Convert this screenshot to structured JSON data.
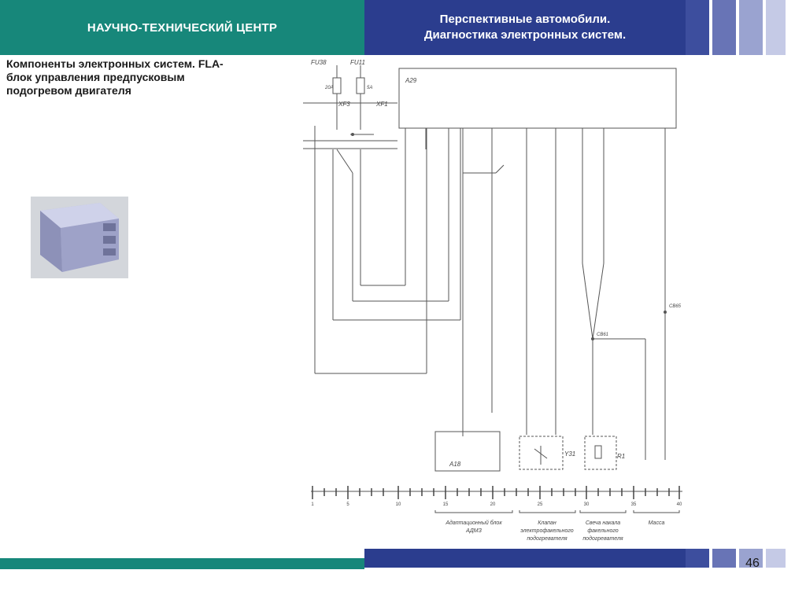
{
  "header": {
    "left_title": "НАУЧНО-ТЕХНИЧЕСКИЙ ЦЕНТР",
    "right_title_line1": "Перспективные автомобили.",
    "right_title_line2": "Диагностика электронных систем."
  },
  "description": {
    "line1": "Компоненты электронных систем. FLA-",
    "line2": "блок управления предпусковым",
    "line3": "подогревом двигателя"
  },
  "schematic": {
    "fuse1": "FU38",
    "fuse1_rating": "20A",
    "fuse2": "FU11",
    "fuse2_rating": "5A",
    "conn1": "XF3",
    "conn2": "XF1",
    "unit": "A29",
    "adapt": "A18",
    "valve": "Y31",
    "plug": "R1",
    "node1": "СВ61",
    "node2": "СВ65",
    "scale_ticks": [
      "1",
      "5",
      "10",
      "15",
      "20",
      "25",
      "30",
      "35",
      "40"
    ],
    "legend": {
      "adapt_line1": "Адаптационный блок",
      "adapt_line2": "АДМЗ",
      "valve_line1": "Клапан",
      "valve_line2": "электрофакельного",
      "valve_line3": "подогревателя",
      "plug_line1": "Свеча накала",
      "plug_line2": "факельного",
      "plug_line3": "подогревателя",
      "mass": "Масса"
    }
  },
  "footer": {
    "page_number": "46"
  },
  "colors": {
    "teal": "#17877a",
    "navy": "#2b3d8e",
    "square1": "#3d4e9e",
    "square2": "#6874b6",
    "square3": "#9aa3d0",
    "square4": "#c5cae6"
  }
}
